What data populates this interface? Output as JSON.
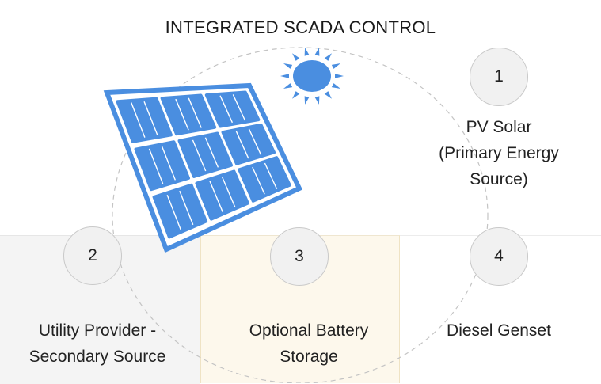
{
  "title": "INTEGRATED SCADA CONTROL",
  "steps": [
    {
      "number": "1",
      "lines": [
        "PV Solar",
        "(Primary Energy",
        "Source)"
      ]
    },
    {
      "number": "2",
      "lines": [
        "Utility Provider -",
        "Secondary Source"
      ]
    },
    {
      "number": "3",
      "lines": [
        "Optional Battery",
        "Storage"
      ]
    },
    {
      "number": "4",
      "lines": [
        "Diesel Genset"
      ]
    }
  ],
  "icons": {
    "sun": "sun-icon",
    "panel": "solar-panel-icon"
  },
  "colors": {
    "accent_blue": "#4a8ee0",
    "battery_panel": "#fdf8ec",
    "utility_panel": "#f4f4f4",
    "circle_fill": "#f1f1f1",
    "orbit": "#c4c4c4"
  }
}
